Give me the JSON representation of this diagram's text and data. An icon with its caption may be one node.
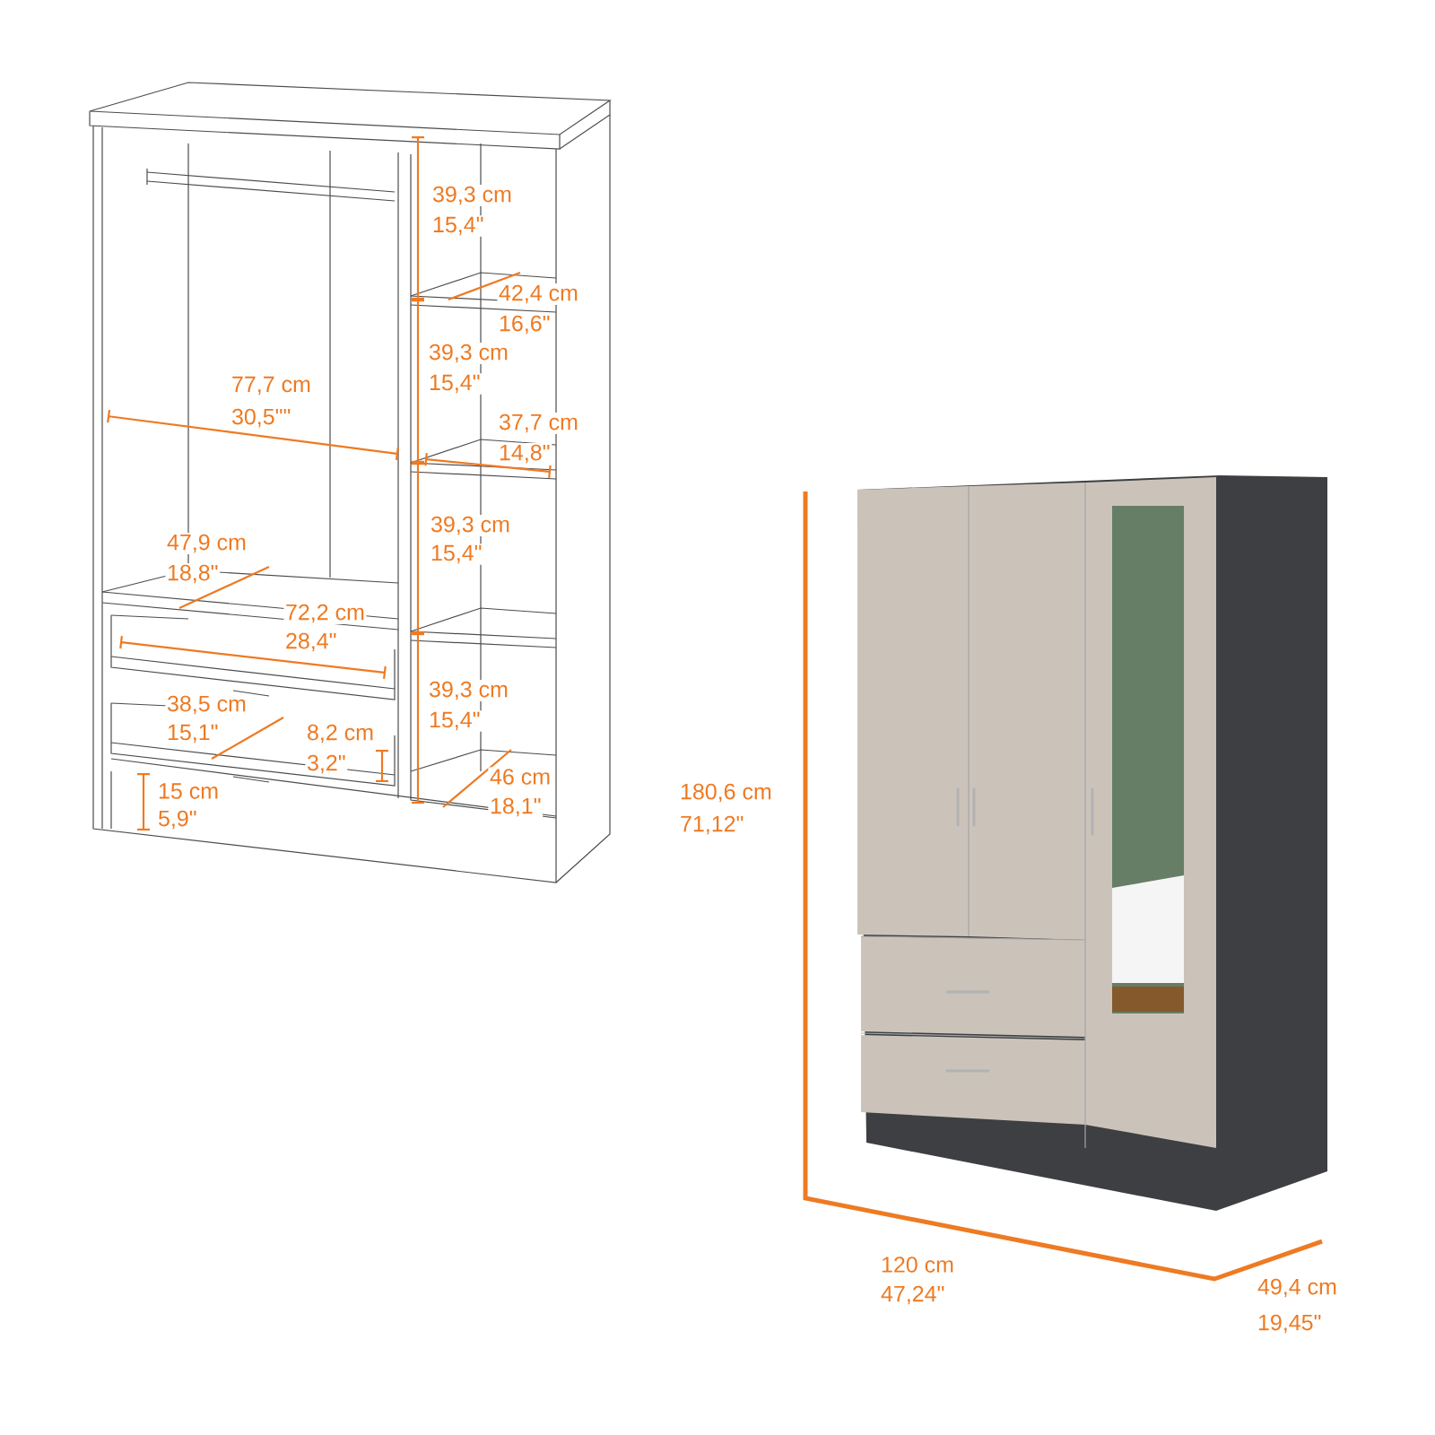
{
  "diagram": {
    "labels": [
      "39,3 cm",
      "15,4\"",
      "42,4 cm",
      "16,6\"",
      "77,7 cm",
      "30,5\"\"",
      "39,3 cm",
      "15,4\"",
      "37,7 cm",
      "14,8\"",
      "47,9 cm",
      "18,8\"",
      "39,3 cm",
      "15,4\"",
      "72,2 cm",
      "28,4\"",
      "38,5 cm",
      "15,1\"",
      "8,2 cm",
      "3,2\"",
      "39,3 cm",
      "15,4\"",
      "15 cm",
      "5,9\"",
      "46 cm",
      "18,1\"",
      "180,6 cm",
      "71,12\"",
      "120 cm",
      "47,24\"",
      "49,4 cm",
      "19,45\""
    ]
  }
}
